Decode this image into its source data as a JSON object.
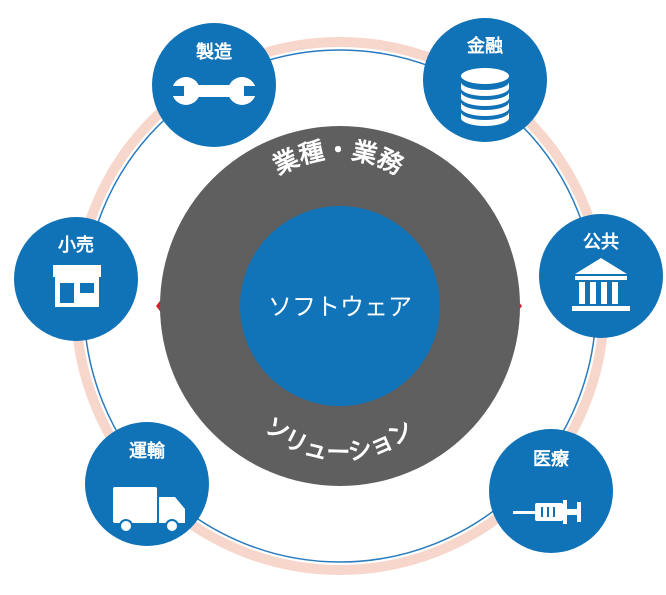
{
  "center": {
    "label": "ソフトウェア",
    "top_arc_label": "業種・業務",
    "bottom_arc_label": "ソリューション"
  },
  "nodes": [
    {
      "label": "製造",
      "icon": "wrench-icon"
    },
    {
      "label": "金融",
      "icon": "coin-stack-icon"
    },
    {
      "label": "公共",
      "icon": "bank-building-icon"
    },
    {
      "label": "医療",
      "icon": "syringe-icon"
    },
    {
      "label": "運輸",
      "icon": "truck-icon"
    },
    {
      "label": "小売",
      "icon": "store-icon"
    }
  ],
  "colors": {
    "node_blue": "#1072b7",
    "center_blue": "#1173b8",
    "ring_gray": "#5f5f5f",
    "outer_ring_pink": "#f7d7cc",
    "outer_ring_blue": "#2a7bbf",
    "arrow_red": "#d6202a",
    "arrow_salmon": "#ef8a6a",
    "arrow_light": "#f6cdb9"
  }
}
